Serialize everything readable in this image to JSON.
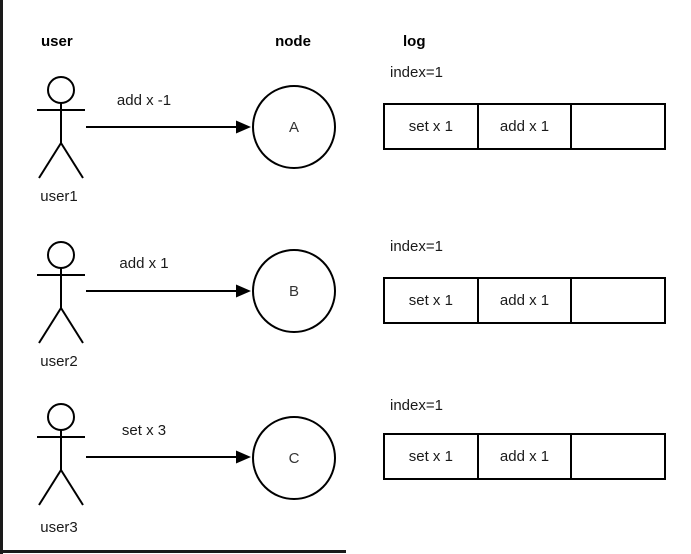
{
  "colors": {
    "background": "#ffffff",
    "stroke": "#000000",
    "text": "#1a1a1a",
    "node_letter": "#333333"
  },
  "headers": {
    "user": "user",
    "node": "node",
    "log": "log"
  },
  "rows": [
    {
      "user_label": "user1",
      "message": "add x -1",
      "node_label": "A",
      "log": {
        "index_label": "index=1",
        "cells": [
          "set x 1",
          "add x 1",
          ""
        ]
      }
    },
    {
      "user_label": "user2",
      "message": "add x 1",
      "node_label": "B",
      "log": {
        "index_label": "index=1",
        "cells": [
          "set x 1",
          "add x 1",
          ""
        ]
      }
    },
    {
      "user_label": "user3",
      "message": "set x 3",
      "node_label": "C",
      "log": {
        "index_label": "index=1",
        "cells": [
          "set x 1",
          "add x 1",
          ""
        ]
      }
    }
  ]
}
